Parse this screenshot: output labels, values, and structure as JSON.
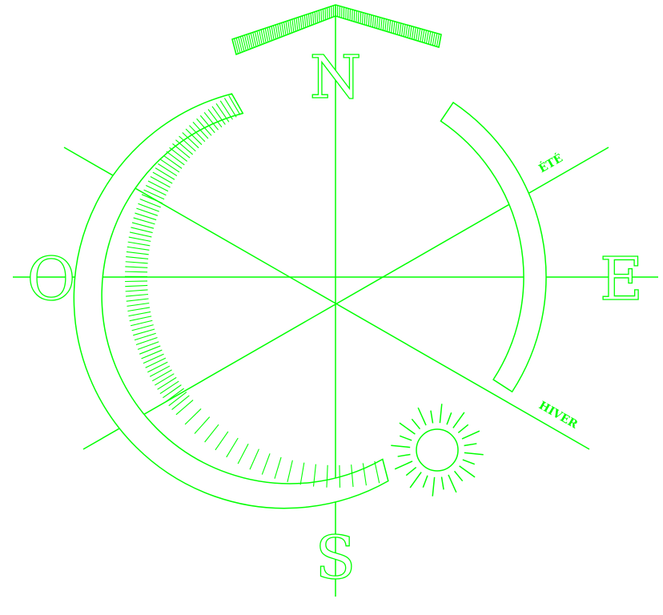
{
  "compass": {
    "north": "N",
    "south": "S",
    "east": "E",
    "west": "O"
  },
  "seasons": {
    "summer": "ÉTÉ",
    "winter": "HIVER"
  },
  "colors": {
    "stroke": "#00ff00",
    "background": "#ffffff"
  },
  "icons": {
    "north_marker": "chevron-up-icon",
    "sun": "sun-icon"
  }
}
